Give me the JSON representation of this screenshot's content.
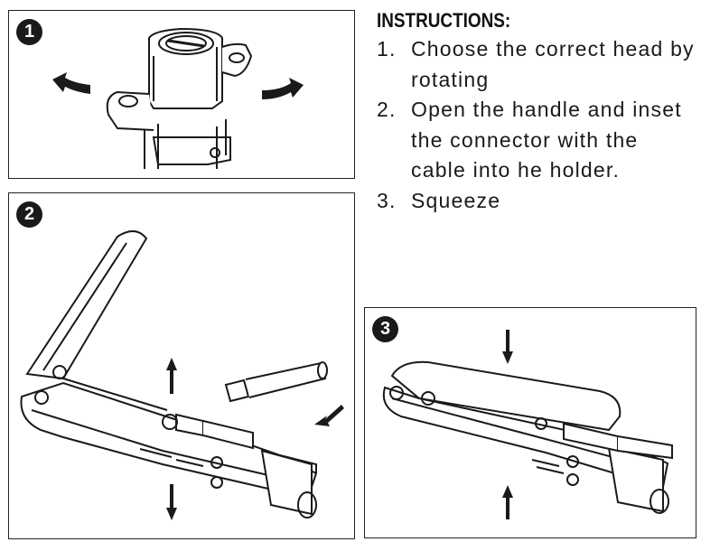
{
  "instructions": {
    "title": "INSTRUCTIONS:",
    "steps": [
      {
        "number": "1.",
        "text": "Choose the correct head by rotating"
      },
      {
        "number": "2.",
        "text": "Open the handle and inset the connector with the cable into he holder."
      },
      {
        "number": "3.",
        "text": "Squeeze"
      }
    ]
  },
  "panels": [
    {
      "badge": "1",
      "illustration": "rotating-crimp-head"
    },
    {
      "badge": "2",
      "illustration": "open-crimper-insert-connector"
    },
    {
      "badge": "3",
      "illustration": "squeeze-crimper"
    }
  ],
  "colors": {
    "ink": "#1a1a1a",
    "background": "#ffffff",
    "badge": "#1a1a1a"
  }
}
